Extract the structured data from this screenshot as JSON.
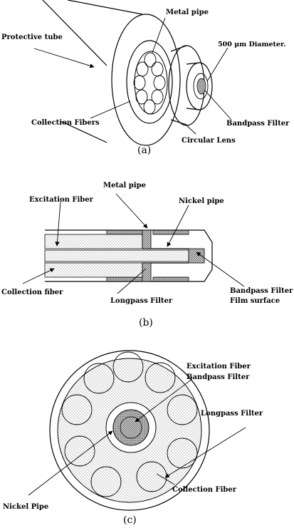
{
  "panel_a": {
    "caption": "(a)",
    "labels": {
      "protective_tube": "Protective tube",
      "metal_pipe": "Metal pipe",
      "diameter": "500 μm Diameter.",
      "collection_fibers": "Collection Fibers",
      "bandpass_filter": "Bandpass Filter",
      "circular_lens": "Circular Lens"
    }
  },
  "panel_b": {
    "caption": "(b)",
    "labels": {
      "metal_pipe": "Metal pipe",
      "nickel_pipe": "Nickel pipe",
      "excitation_fiber": "Excitation Fiber",
      "bandpass_filter": "Bandpass Filter",
      "film_surface": "Film surface",
      "collection_fiber": "Collection fiber",
      "longpass_filter": "Longpass Filter"
    }
  },
  "panel_c": {
    "caption": "(c)",
    "labels": {
      "excitation_fiber": "Excitation Fiber",
      "bandpass_filter": "Bandpass Filter",
      "longpass_filter": "Longpass Filter",
      "collection_fiber": "Collection Fiber",
      "nickel_pipe": "Nickel Pipe"
    }
  }
}
